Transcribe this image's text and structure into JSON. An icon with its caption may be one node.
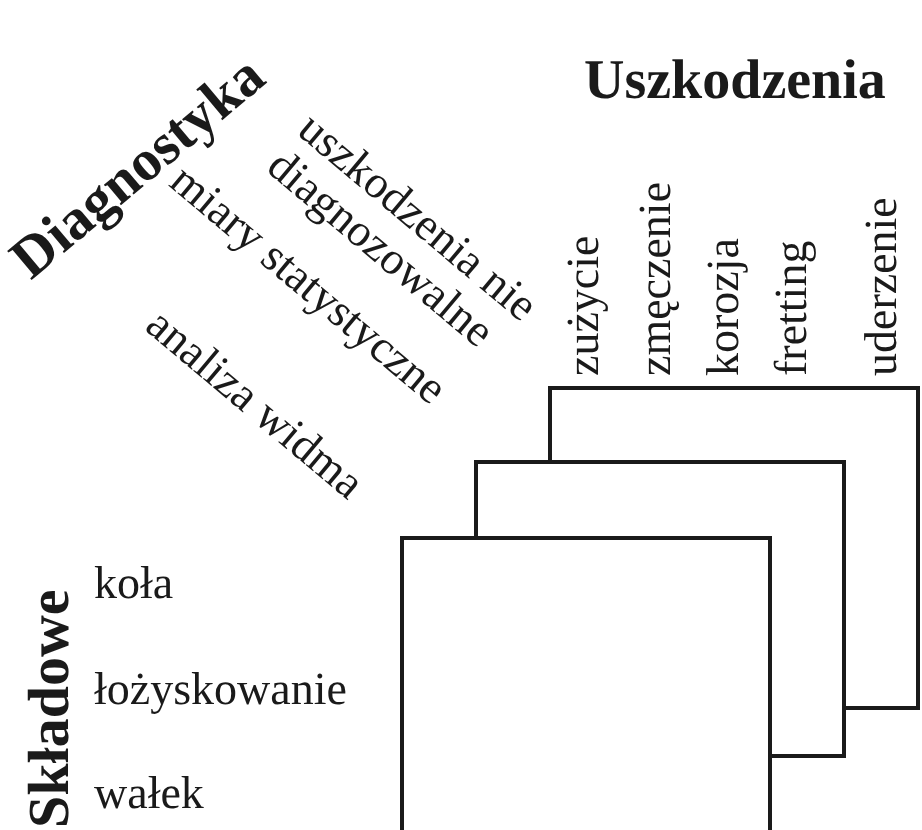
{
  "diagram": {
    "labels": [
      "Diagnostyka",
      "uszkodzenia nie diagnozowalne",
      "miary statystyczne",
      "analiza widma",
      "Uszkodzenia",
      "zużycie",
      "zmęczenie",
      "korozja",
      "fretting",
      "uderzenie",
      "Składowe",
      "koła",
      "łożyskowanie",
      "wałek"
    ]
  }
}
